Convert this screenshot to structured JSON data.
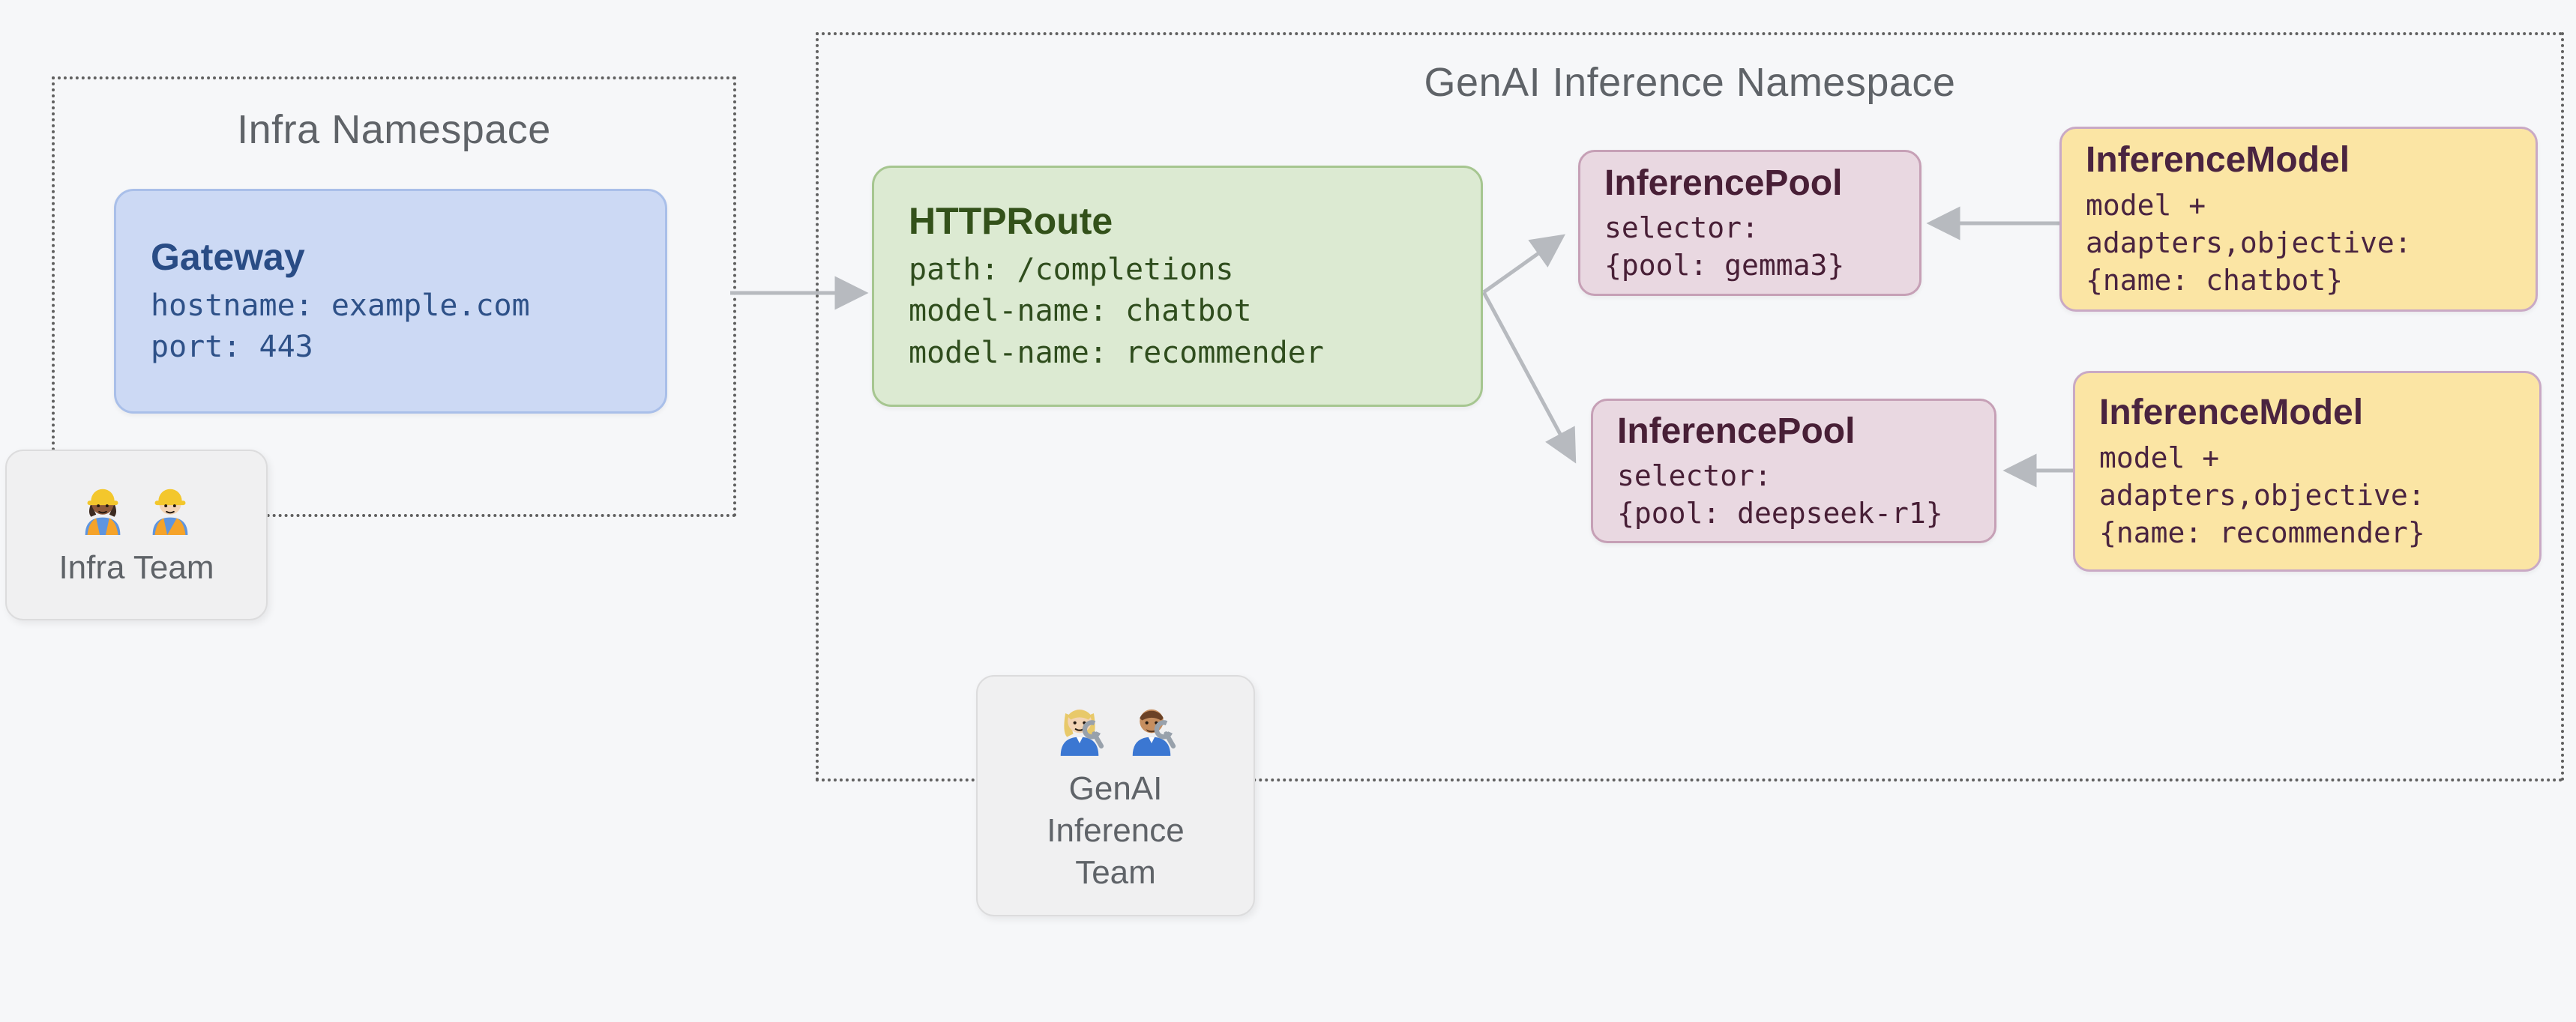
{
  "diagram_title": "Gateway API inference routing diagram",
  "colors": {
    "page_background": "#f6f7f9",
    "namespace_border": "#606060",
    "namespace_title": "#5f6368",
    "gateway_fill": "#ccd9f4",
    "gateway_border": "#a9bfe9",
    "gateway_text": "#294c85",
    "httproute_fill": "#dcead2",
    "httproute_border": "#a6c690",
    "httproute_text": "#33511a",
    "pool_fill": "#e9d8e1",
    "pool_border": "#c6a0b6",
    "pool_text": "#481f36",
    "model_fill": "#fbe5a4",
    "model_border": "#c9a9c5",
    "model_text": "#4a2440",
    "team_fill": "#f0f0f1",
    "arrow": "#b7babf"
  },
  "infra": {
    "title": "Infra Namespace",
    "gateway": {
      "title": "Gateway",
      "lines": [
        "hostname: example.com",
        "port: 443"
      ]
    },
    "team": {
      "icons": [
        "woman-construction-worker",
        "man-construction-worker"
      ],
      "label": "Infra Team"
    }
  },
  "genai": {
    "title": "GenAI Inference Namespace",
    "httproute": {
      "title": "HTTPRoute",
      "lines": [
        "path: /completions",
        "model-name: chatbot",
        "model-name: recommender"
      ]
    },
    "pools": [
      {
        "title": "InferencePool",
        "lines": [
          "selector:",
          "{pool: gemma3}"
        ]
      },
      {
        "title": "InferencePool",
        "lines": [
          "selector:",
          "{pool: deepseek-r1}"
        ]
      }
    ],
    "models": [
      {
        "title": "InferenceModel",
        "lines": [
          "model +",
          "adapters,objective:",
          "{name: chatbot}"
        ]
      },
      {
        "title": "InferenceModel",
        "lines": [
          "model +",
          "adapters,objective:",
          "{name: recommender}"
        ]
      }
    ],
    "team": {
      "icons": [
        "woman-mechanic",
        "man-mechanic"
      ],
      "label": "GenAI Inference Team"
    }
  }
}
